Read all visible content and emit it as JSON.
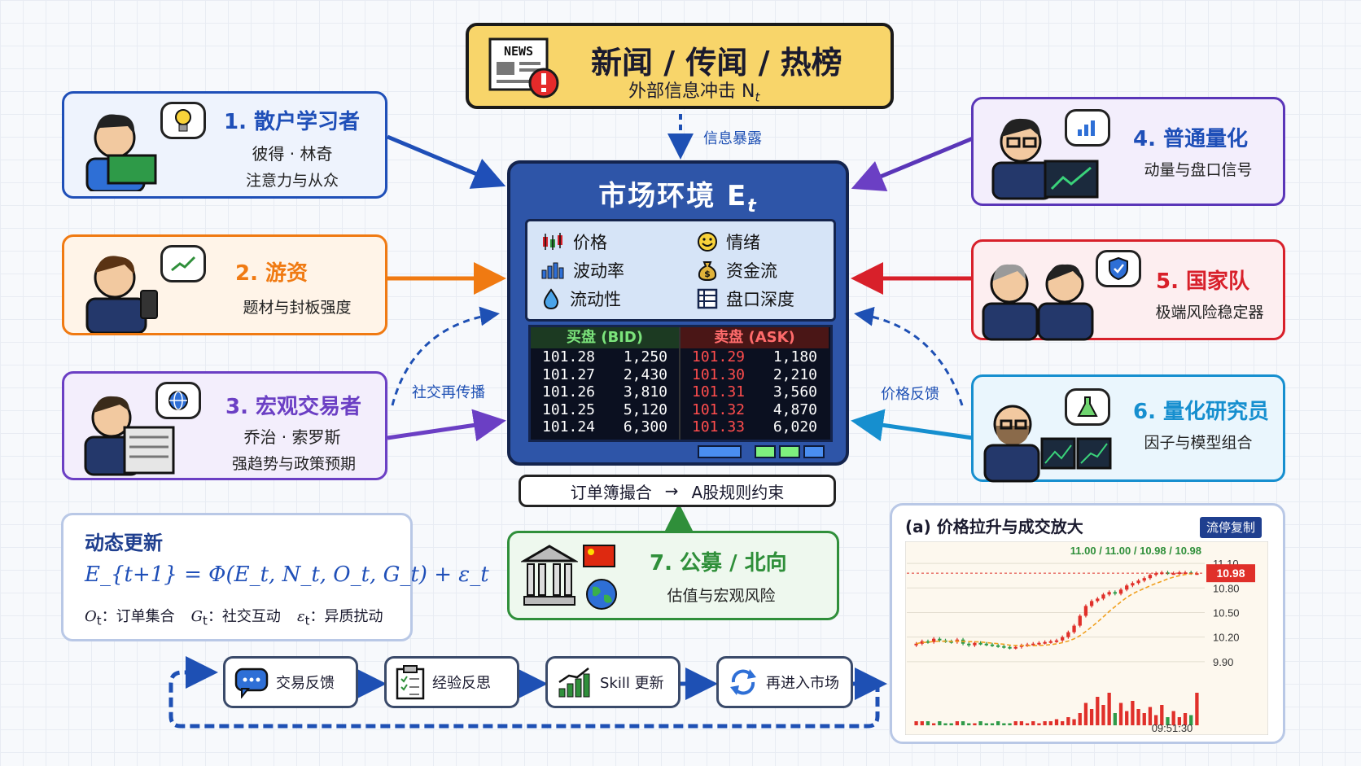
{
  "news": {
    "title": "新闻 / 传闻 / 热榜",
    "subtitle": "外部信息冲击 N",
    "subscript": "t",
    "badge": "NEWS"
  },
  "market": {
    "title": "市场环境 E",
    "title_sub": "t",
    "indicators": [
      {
        "icon": "candlestick-icon",
        "label": "价格"
      },
      {
        "icon": "smiley-icon",
        "label": "情绪"
      },
      {
        "icon": "bars-icon",
        "label": "波动率"
      },
      {
        "icon": "money-bag-icon",
        "label": "资金流"
      },
      {
        "icon": "droplet-icon",
        "label": "流动性"
      },
      {
        "icon": "depth-icon",
        "label": "盘口深度"
      }
    ],
    "bid": {
      "header": "买盘 (BID)",
      "rows": [
        [
          "101.28",
          "1,250"
        ],
        [
          "101.27",
          "2,430"
        ],
        [
          "101.26",
          "3,810"
        ],
        [
          "101.25",
          "5,120"
        ],
        [
          "101.24",
          "6,300"
        ]
      ]
    },
    "ask": {
      "header": "卖盘 (ASK)",
      "rows": [
        [
          "101.29",
          "1,180"
        ],
        [
          "101.30",
          "2,210"
        ],
        [
          "101.31",
          "3,560"
        ],
        [
          "101.32",
          "4,870"
        ],
        [
          "101.33",
          "6,020"
        ]
      ]
    },
    "rules": {
      "left": "订单簿撮合",
      "arrow": "→",
      "right": "A股规则约束"
    }
  },
  "labels": {
    "info_exposure": "信息暴露",
    "social_spread": "社交再传播",
    "price_feedback": "价格反馈"
  },
  "agents": [
    {
      "title": "1. 散户学习者",
      "name": "彼得 · 林奇",
      "desc": "注意力与从众",
      "color": "#1f4fb8"
    },
    {
      "title": "2. 游资",
      "name": "",
      "desc": "题材与封板强度",
      "color": "#f07a12"
    },
    {
      "title": "3. 宏观交易者",
      "name": "乔治 · 索罗斯",
      "desc": "强趋势与政策预期",
      "color": "#6b3fc4"
    },
    {
      "title": "4. 普通量化",
      "name": "",
      "desc": "动量与盘口信号",
      "color": "#5a36b8"
    },
    {
      "title": "5. 国家队",
      "name": "",
      "desc": "极端风险稳定器",
      "color": "#d8202a"
    },
    {
      "title": "6. 量化研究员",
      "name": "",
      "desc": "因子与模型组合",
      "color": "#168fcf"
    },
    {
      "title": "7. 公募 / 北向",
      "name": "",
      "desc": "估值与宏观风险",
      "color": "#2f8f3a"
    }
  ],
  "dynamics": {
    "title": "动态更新",
    "formula": "E_{t+1} = Φ(E_t, N_t, O_t, G_t) + ε_t",
    "defs": [
      {
        "sym": "O",
        "sub": "t",
        "text": "：订单集合"
      },
      {
        "sym": "G",
        "sub": "t",
        "text": "：社交互动"
      },
      {
        "sym": "ε",
        "sub": "t",
        "text": "：异质扰动"
      }
    ]
  },
  "loop": [
    {
      "icon": "chat-icon",
      "label": "交易反馈"
    },
    {
      "icon": "clipboard-icon",
      "label": "经验反思"
    },
    {
      "icon": "growth-chart-icon",
      "label": "Skill 更新"
    },
    {
      "icon": "refresh-icon",
      "label": "再进入市场"
    }
  ],
  "chart_data": {
    "type": "candlestick",
    "title": "(a) 价格拉升与成交放大",
    "badge": "流停复制",
    "price_readout": "11.00 / 11.00 / 10.98 / 10.98",
    "last_price": "10.98",
    "time_label": "09:51:30",
    "ytick_labels": [
      "11.10",
      "10.80",
      "10.50",
      "10.20",
      "9.90"
    ],
    "yticks": [
      11.1,
      10.8,
      10.5,
      10.2,
      9.9
    ],
    "ylim": [
      9.7,
      11.25
    ],
    "close": [
      10.12,
      10.15,
      10.14,
      10.18,
      10.16,
      10.15,
      10.14,
      10.17,
      10.12,
      10.1,
      10.13,
      10.12,
      10.11,
      10.1,
      10.09,
      10.08,
      10.07,
      10.08,
      10.1,
      10.11,
      10.12,
      10.13,
      10.14,
      10.15,
      10.16,
      10.2,
      10.26,
      10.34,
      10.46,
      10.58,
      10.64,
      10.67,
      10.72,
      10.75,
      10.73,
      10.78,
      10.83,
      10.86,
      10.89,
      10.92,
      10.96,
      10.98,
      10.99,
      10.98,
      10.98,
      10.99,
      10.99,
      10.98,
      10.98
    ],
    "volume": [
      0.1,
      0.1,
      0.1,
      0.05,
      0.1,
      0.05,
      0.05,
      0.1,
      0.1,
      0.05,
      0.05,
      0.1,
      0.05,
      0.05,
      0.1,
      0.05,
      0.05,
      0.1,
      0.1,
      0.05,
      0.1,
      0.05,
      0.1,
      0.1,
      0.15,
      0.1,
      0.2,
      0.15,
      0.3,
      0.55,
      0.4,
      0.7,
      0.5,
      0.8,
      0.3,
      0.55,
      0.35,
      0.6,
      0.4,
      0.3,
      0.45,
      0.25,
      0.5,
      0.2,
      0.35,
      0.2,
      0.3,
      0.25,
      0.8
    ]
  }
}
